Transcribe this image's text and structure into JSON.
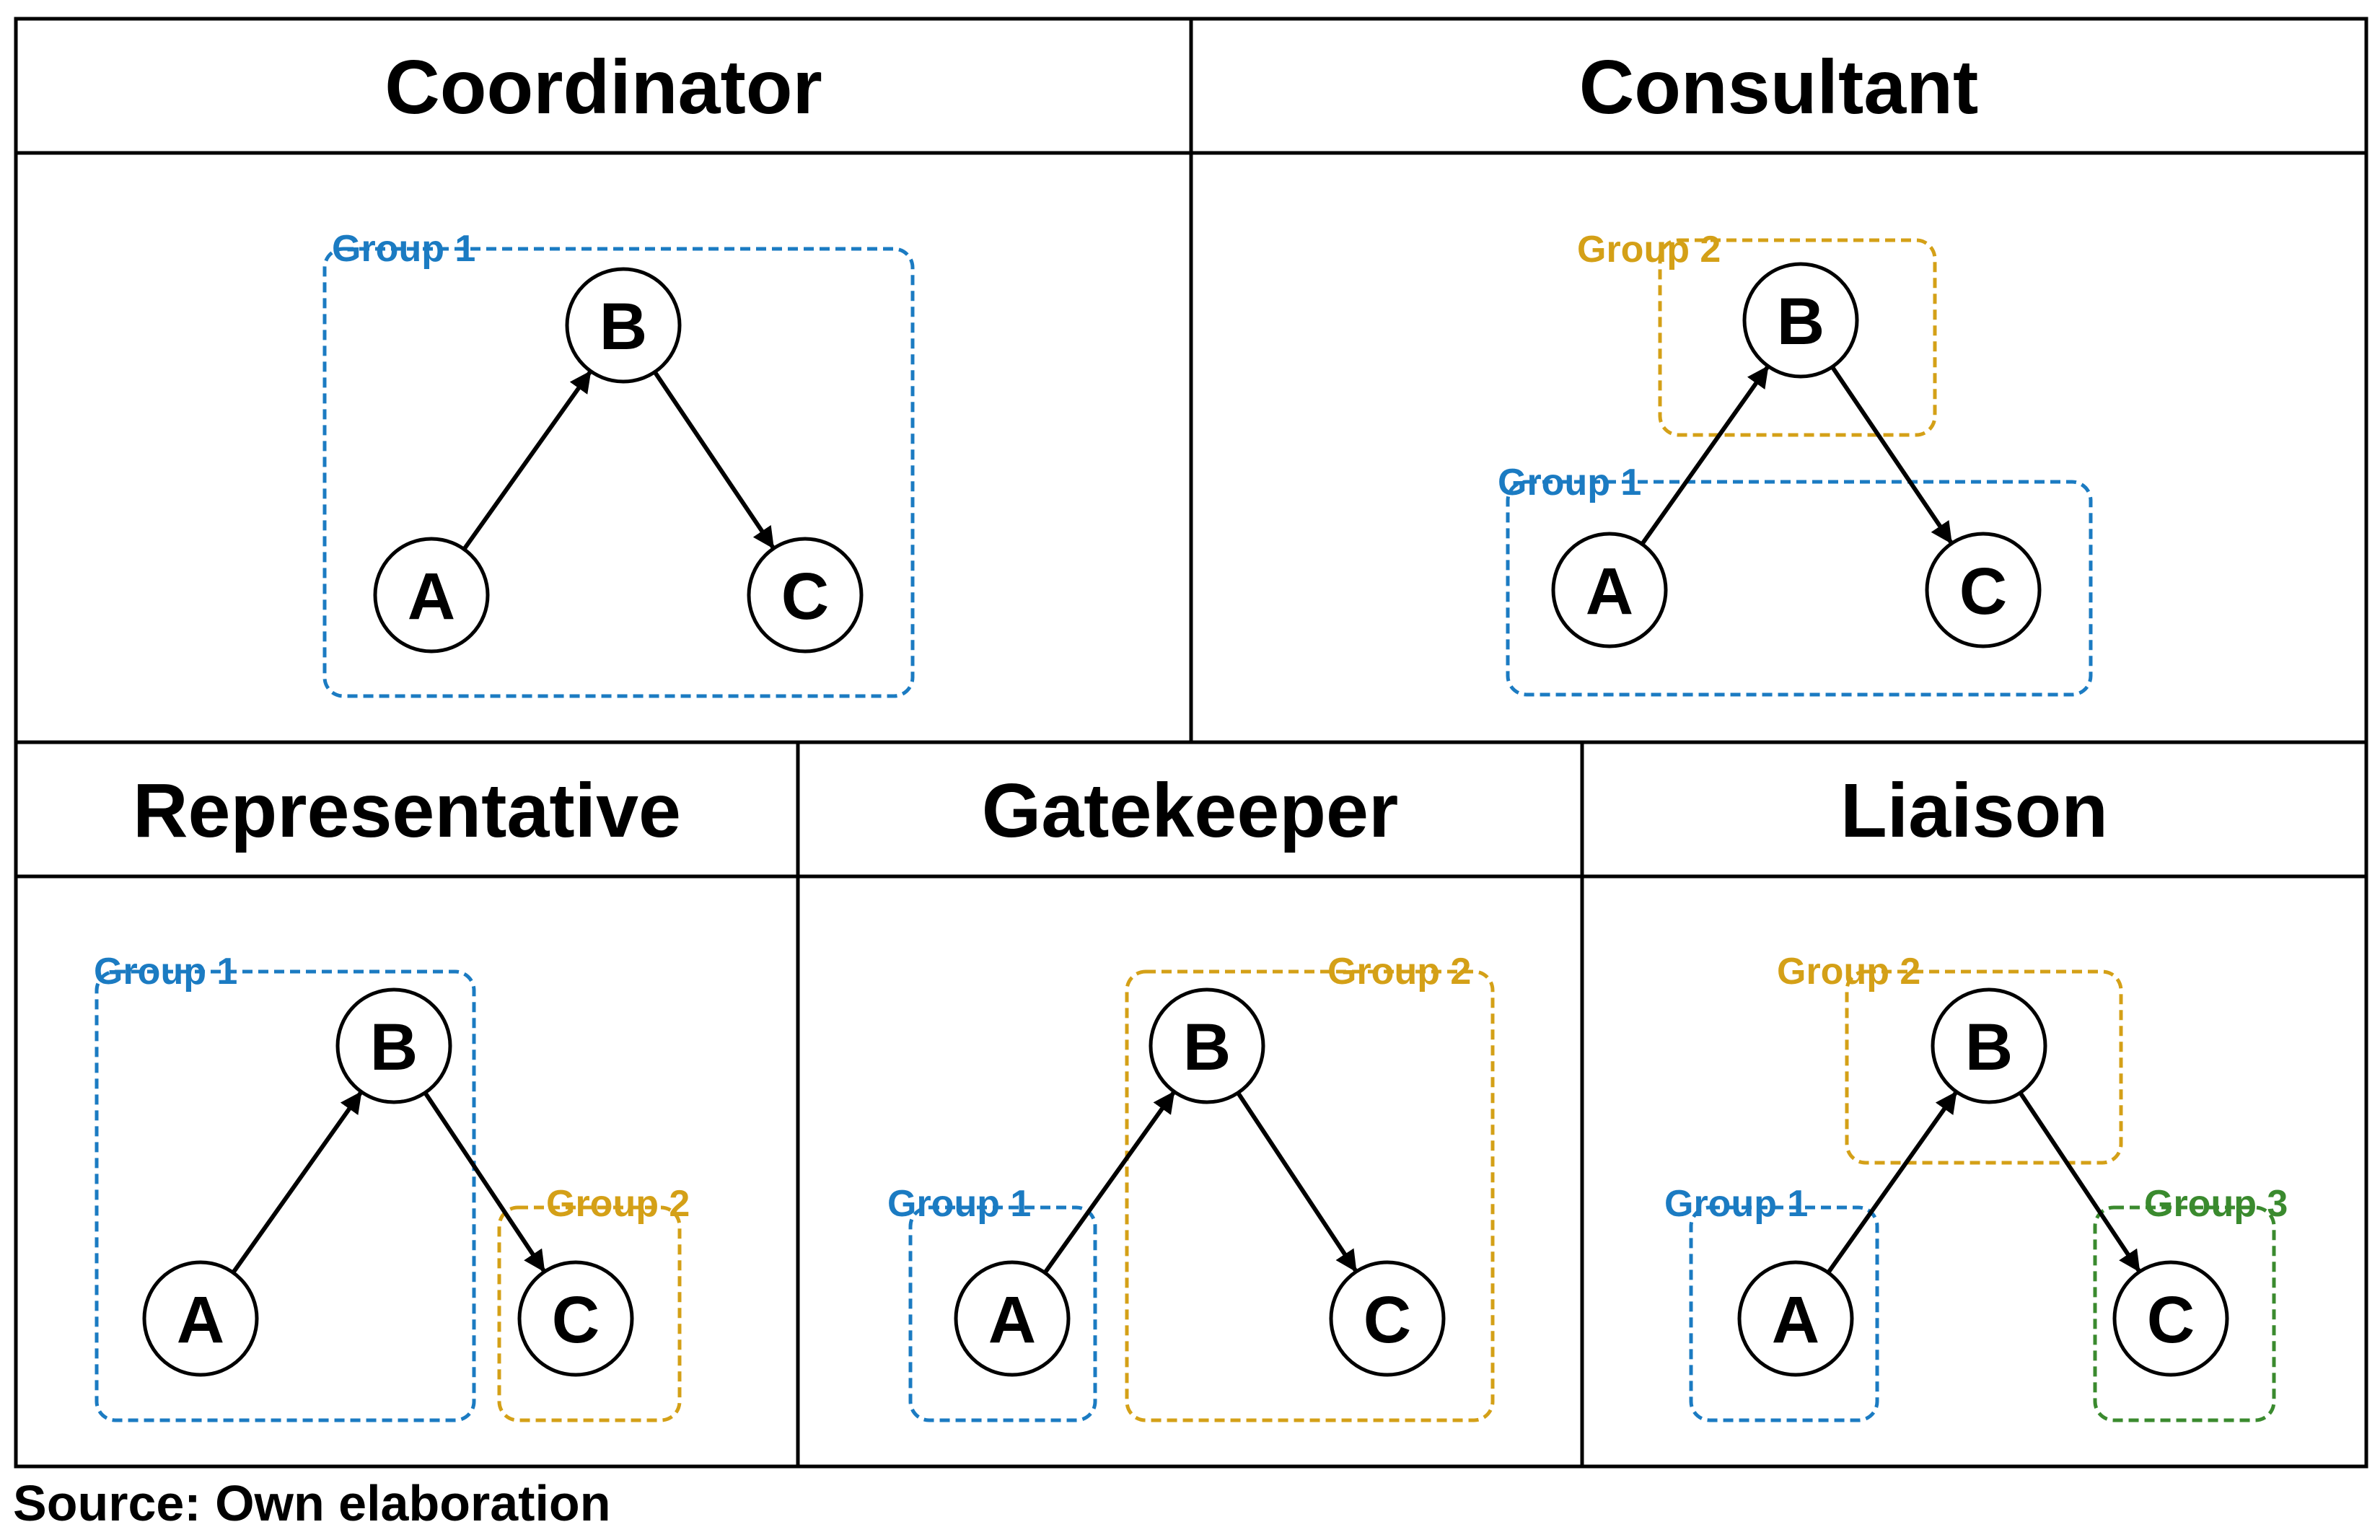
{
  "colors": {
    "group1": "#1b7bc2",
    "group2": "#d4a017",
    "group3": "#3a8a2e",
    "line": "#000000"
  },
  "node_labels": {
    "A": "A",
    "B": "B",
    "C": "C"
  },
  "panels": [
    {
      "id": "coordinator",
      "title": "Coordinator",
      "groups": [
        {
          "label": "Group 1",
          "color_key": "group1",
          "members": [
            "A",
            "B",
            "C"
          ]
        }
      ]
    },
    {
      "id": "consultant",
      "title": "Consultant",
      "groups": [
        {
          "label": "Group 2",
          "color_key": "group2",
          "members": [
            "B"
          ]
        },
        {
          "label": "Group 1",
          "color_key": "group1",
          "members": [
            "A",
            "C"
          ]
        }
      ]
    },
    {
      "id": "representative",
      "title": "Representative",
      "groups": [
        {
          "label": "Group 1",
          "color_key": "group1",
          "members": [
            "A",
            "B"
          ]
        },
        {
          "label": "Group 2",
          "color_key": "group2",
          "members": [
            "C"
          ]
        }
      ]
    },
    {
      "id": "gatekeeper",
      "title": "Gatekeeper",
      "groups": [
        {
          "label": "Group 2",
          "color_key": "group2",
          "members": [
            "B",
            "C"
          ]
        },
        {
          "label": "Group 1",
          "color_key": "group1",
          "members": [
            "A"
          ]
        }
      ]
    },
    {
      "id": "liaison",
      "title": "Liaison",
      "groups": [
        {
          "label": "Group 2",
          "color_key": "group2",
          "members": [
            "B"
          ]
        },
        {
          "label": "Group 1",
          "color_key": "group1",
          "members": [
            "A"
          ]
        },
        {
          "label": "Group 3",
          "color_key": "group3",
          "members": [
            "C"
          ]
        }
      ]
    }
  ],
  "edges": [
    {
      "from": "A",
      "to": "B"
    },
    {
      "from": "B",
      "to": "C"
    }
  ],
  "source": "Source: Own elaboration"
}
